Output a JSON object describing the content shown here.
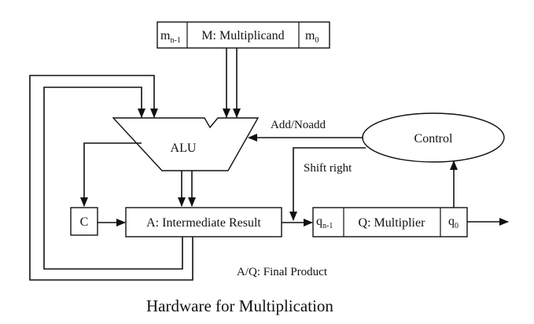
{
  "caption": "Hardware for Multiplication",
  "registers": {
    "multiplicand": {
      "left": "m",
      "left_sub": "n-1",
      "label": "M: Multiplicand",
      "right": "m",
      "right_sub": "0"
    },
    "multiplier": {
      "left": "q",
      "left_sub": "n-1",
      "label": "Q: Multiplier",
      "right": "q",
      "right_sub": "0"
    },
    "carry": {
      "label": "C"
    },
    "accumulator": {
      "label": "A: Intermediate Result"
    }
  },
  "alu": {
    "label": "ALU"
  },
  "control": {
    "label": "Control"
  },
  "signals": {
    "add_noadd": "Add/Noadd",
    "shift_right": "Shift right",
    "final_product": "A/Q: Final Product"
  }
}
